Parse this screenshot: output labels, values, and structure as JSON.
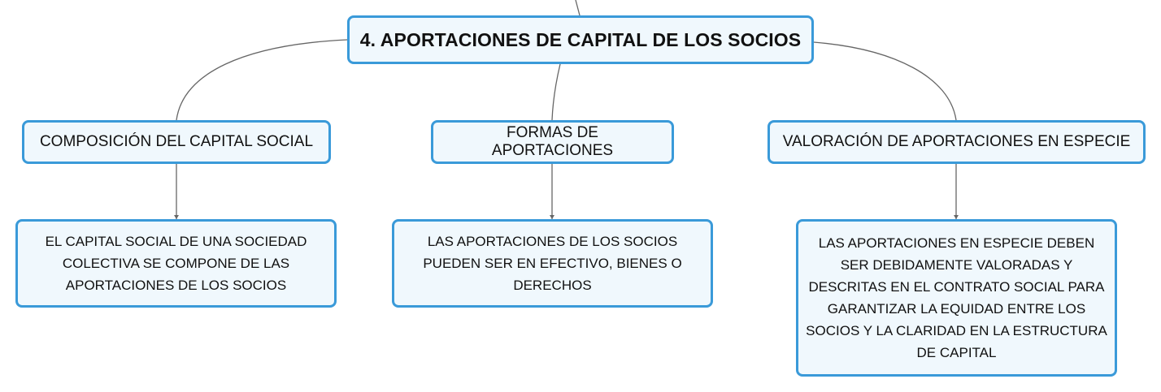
{
  "root": {
    "label": "4. APORTACIONES DE CAPITAL DE LOS SOCIOS"
  },
  "topics": [
    {
      "label": "COMPOSICIÓN DEL CAPITAL SOCIAL",
      "detail": "EL CAPITAL SOCIAL DE UNA SOCIEDAD COLECTIVA SE COMPONE DE LAS APORTACIONES DE LOS SOCIOS"
    },
    {
      "label": "FORMAS DE APORTACIONES",
      "detail": "LAS APORTACIONES DE LOS SOCIOS PUEDEN SER EN EFECTIVO, BIENES O DERECHOS"
    },
    {
      "label": "VALORACIÓN DE APORTACIONES EN ESPECIE",
      "detail": "LAS APORTACIONES EN ESPECIE DEBEN SER DEBIDAMENTE VALORADAS Y DESCRITAS EN EL CONTRATO SOCIAL PARA GARANTIZAR LA EQUIDAD ENTRE LOS SOCIOS Y LA CLARIDAD EN LA ESTRUCTURA DE CAPITAL"
    }
  ],
  "colors": {
    "node_border": "#3a9ad9",
    "node_fill": "#f0f8fd",
    "connector": "#666666",
    "text": "#111111"
  }
}
